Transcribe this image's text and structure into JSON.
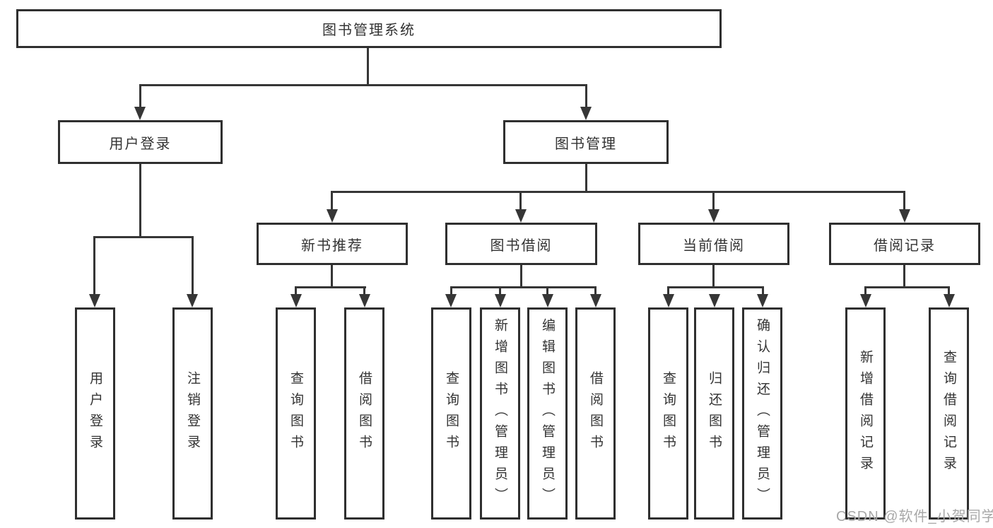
{
  "diagram_title": "图书管理系统",
  "nodes": {
    "root": "图书管理系统",
    "l2": [
      "用户登录",
      "图书管理"
    ],
    "l3": [
      "新书推荐",
      "图书借阅",
      "当前借阅",
      "借阅记录"
    ],
    "leaves_user": [
      "用户登录",
      "注销登录"
    ],
    "leaves_newbook": [
      "查询图书",
      "借阅图书"
    ],
    "leaves_borrow": [
      "查询图书",
      "新增图书（管理员）",
      "编辑图书（管理员）",
      "借阅图书"
    ],
    "leaves_current": [
      "查询图书",
      "归还图书",
      "确认归还（管理员）"
    ],
    "leaves_records": [
      "新增借阅记录",
      "查询借阅记录"
    ]
  },
  "watermark": {
    "text": "CSDN @软件_小贺同学"
  },
  "colors": {
    "line": "#363636",
    "box_border": "#2f2f2f",
    "text": "#333333",
    "watermark": "#a8a8a8",
    "background": "#ffffff"
  }
}
